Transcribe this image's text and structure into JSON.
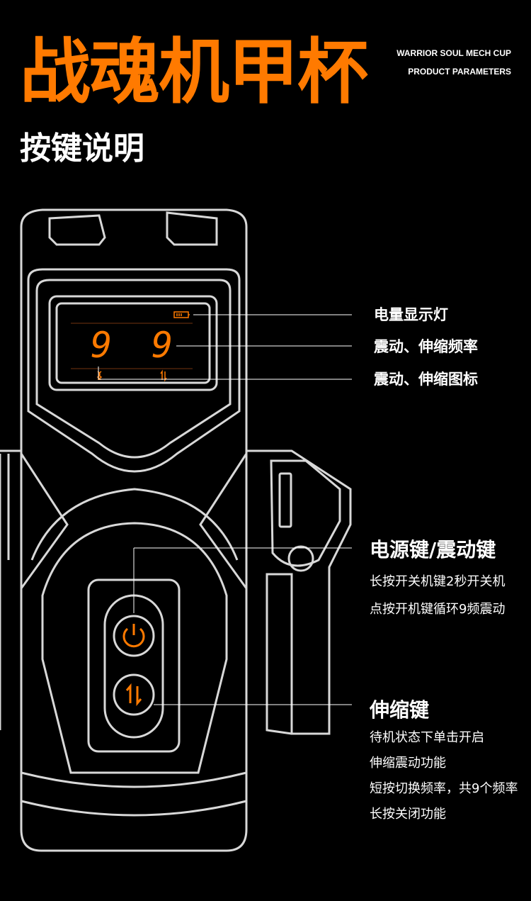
{
  "header": {
    "title": "战魂机甲杯",
    "en_line1": "WARRIOR SOUL MECH CUP",
    "en_line2": "PRODUCT PARAMETERS",
    "subtitle": "按键说明"
  },
  "display": {
    "vibration_level": "9",
    "stroke_level": "9"
  },
  "callouts": {
    "battery": "电量显示灯",
    "frequency": "震动、伸缩频率",
    "icons": "震动、伸缩图标"
  },
  "power_button": {
    "title": "电源键/震动键",
    "lines": [
      "长按开关机键2秒开关机",
      "点按开机键循环9频震动"
    ]
  },
  "stroke_button": {
    "title": "伸缩键",
    "lines": [
      "待机状态下单击开启",
      "伸缩震动功能",
      "短按切换频率，共9个频率",
      "长按关闭功能"
    ]
  },
  "colors": {
    "accent": "#ff7a00",
    "outline": "#d8d8d8"
  }
}
